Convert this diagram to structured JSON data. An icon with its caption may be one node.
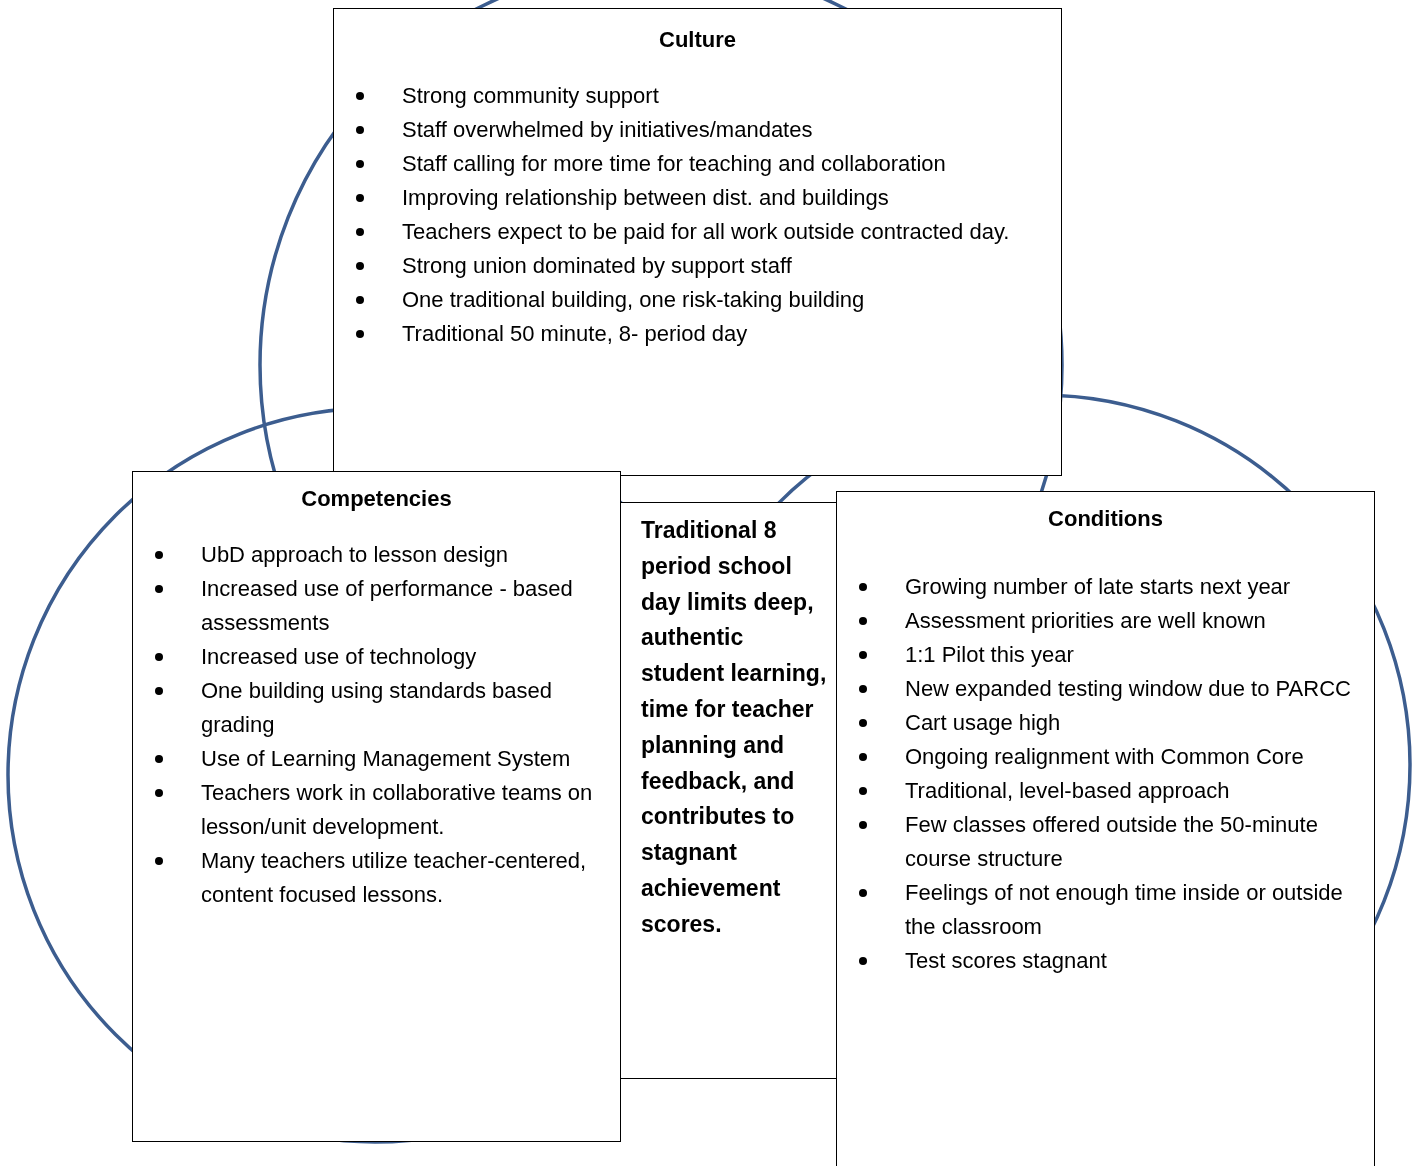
{
  "diagram": {
    "nodes": [
      {
        "text": [
          "Culture",
          "Strong community support",
          "Staff overwhelmed by initiatives/mandates",
          "Staff calling for more time for teaching and collaboration",
          "Improving relationship between dist. and buildings",
          "Teachers expect to be paid for all work outside contracted day.",
          "Strong union dominated by support staff",
          "One traditional building, one risk-taking building",
          "Traditional 50 minute, 8- period day"
        ]
      },
      {
        "text": [
          "Competencies",
          "UbD approach to lesson design",
          "Increased use of performance - based assessments",
          "Increased use of technology",
          "One building using standards based grading",
          "Use of Learning Management System",
          "Teachers work in collaborative teams on lesson/unit development.",
          "Many teachers utilize teacher-centered, content focused lessons."
        ]
      },
      {
        "text": [
          "Traditional 8 period school day limits deep, authentic student learning, time for teacher planning and feedback, and contributes to stagnant achievement scores."
        ]
      },
      {
        "text": [
          "Conditions",
          "Growing number of late starts next year",
          "Assessment priorities are well known",
          "1:1 Pilot this year",
          "New expanded testing window due to PARCC",
          "Cart usage high",
          "Ongoing realignment with Common Core",
          "Traditional, level-based approach",
          "Few classes offered outside the 50-minute course structure",
          "Feelings of not enough time inside or outside the classroom",
          "Test scores stagnant"
        ]
      }
    ]
  }
}
